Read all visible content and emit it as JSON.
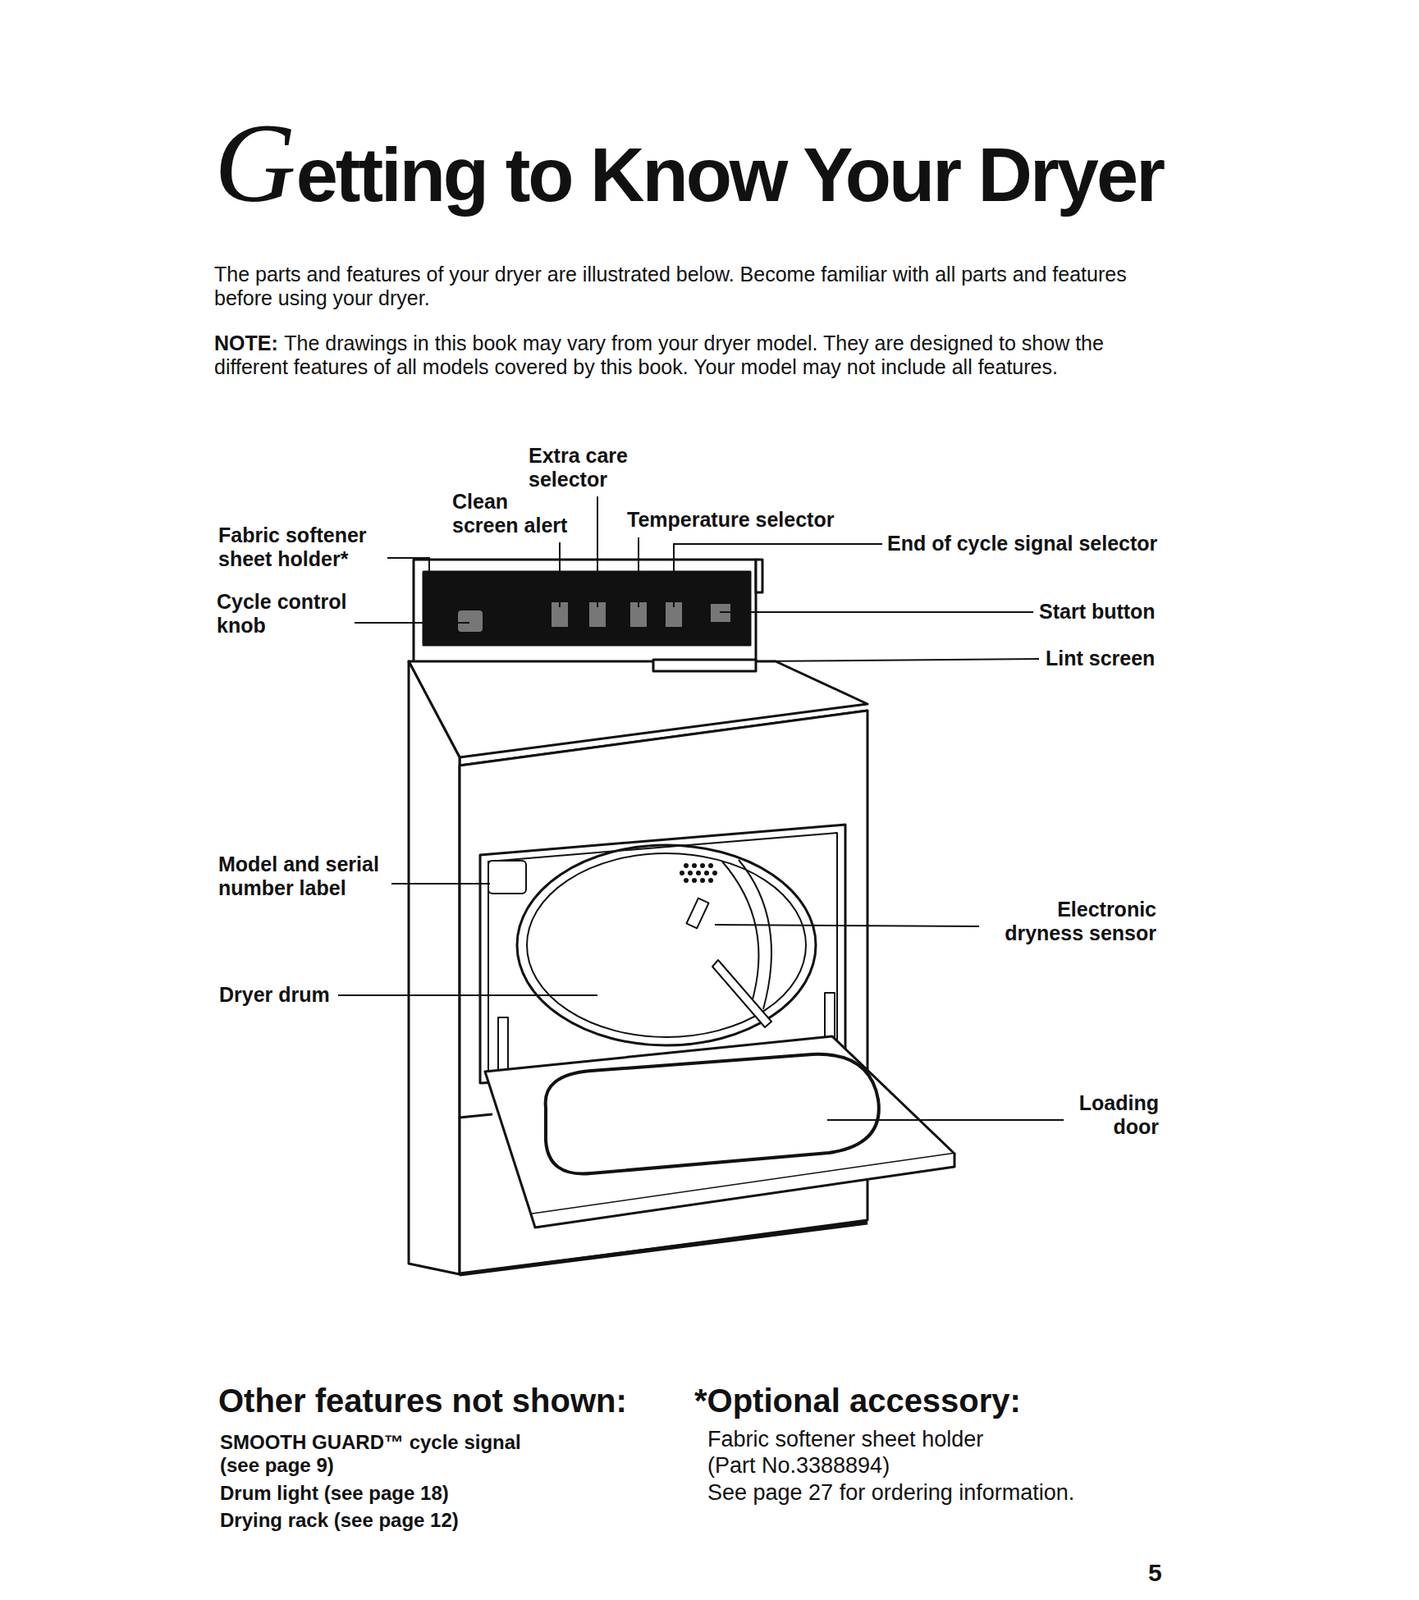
{
  "diagram": {
    "title": "Getting to Know Your Dryer",
    "labels": [
      "The parts and features of your dryer are illustrated below. Become familiar with all parts and features before using your dryer.",
      "NOTE:",
      "The drawings in this book may vary from your dryer model. They are designed to show the different features of all models covered by this book. Your model may not include all features.",
      "Extra care selector",
      "Clean screen alert",
      "Temperature selector",
      "End of cycle signal selector",
      "Fabric softener sheet holder*",
      "Cycle control knob",
      "Start button",
      "Lint screen",
      "Model and serial number label",
      "Electronic dryness sensor",
      "Dryer drum",
      "Loading door",
      "Other features not shown:",
      "SMOOTH GUARD™ cycle signal (see page 9)",
      "Drum light (see page 18)",
      "Drying rack (see page 12)",
      "*Optional accessory:",
      "Fabric softener sheet holder",
      "(Part No.3388894)",
      "See page 27 for ordering information.",
      "5"
    ]
  }
}
